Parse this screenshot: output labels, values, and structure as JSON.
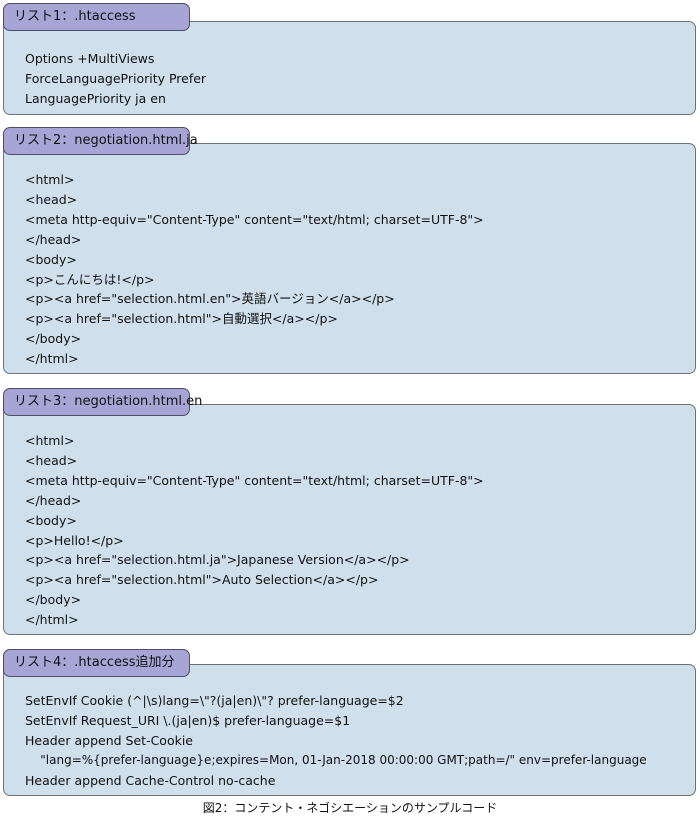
{
  "listings": [
    {
      "title": "リスト1：.htaccess",
      "lines": [
        "Options +MultiViews",
        "ForceLanguagePriority Prefer",
        "LanguagePriority ja en"
      ]
    },
    {
      "title": "リスト2：negotiation.html.ja",
      "lines": [
        "<html>",
        "<head>",
        "<meta http-equiv=\"Content-Type\" content=\"text/html; charset=UTF-8\">",
        "</head>",
        "<body>",
        "<p>こんにちは!</p>",
        "<p><a href=\"selection.html.en\">英語バージョン</a></p>",
        "<p><a href=\"selection.html\">自動選択</a></p>",
        "</body>",
        "</html>"
      ]
    },
    {
      "title": "リスト3：negotiation.html.en",
      "lines": [
        "<html>",
        "<head>",
        "<meta http-equiv=\"Content-Type\" content=\"text/html; charset=UTF-8\">",
        "</head>",
        "<body>",
        "<p>Hello!</p>",
        "<p><a href=\"selection.html.ja\">Japanese Version</a></p>",
        "<p><a href=\"selection.html\">Auto Selection</a></p>",
        "</body>",
        "</html>"
      ]
    },
    {
      "title": "リスト4：.htaccess追加分",
      "lines": [
        "SetEnvIf Cookie (^|\\s)lang=\\\"?(ja|en)\\\"? prefer-language=$2",
        "SetEnvIf Request_URI \\.(ja|en)$ prefer-language=$1",
        "Header append Set-Cookie",
        "    \"lang=%{prefer-language}e;expires=Mon, 01-Jan-2018 00:00:00 GMT;path=/\" env=prefer-language",
        "Header append Cache-Control no-cache"
      ]
    }
  ],
  "caption": "図2：コンテント・ネゴシエーションのサンプルコード"
}
